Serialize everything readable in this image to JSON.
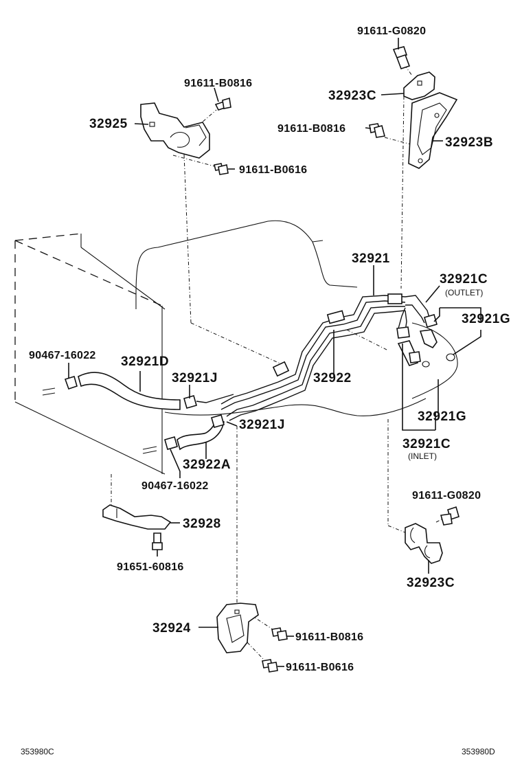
{
  "parts": {
    "p_91611_G0820_top": "91611-G0820",
    "p_32923C_top": "32923C",
    "p_91611_B0816_left": "91611-B0816",
    "p_32925": "32925",
    "p_91611_B0816_mid": "91611-B0816",
    "p_32923B": "32923B",
    "p_91611_B0616_top": "91611-B0616",
    "p_32921": "32921",
    "p_32921C_outlet": "32921C",
    "outlet_note": "(OUTLET)",
    "p_32921G_top": "32921G",
    "p_90467_16022_top": "90467-16022",
    "p_32921D": "32921D",
    "p_32921J_top": "32921J",
    "p_32922": "32922",
    "p_32921G_low": "32921G",
    "p_32921J_low": "32921J",
    "p_32921C_inlet": "32921C",
    "inlet_note": "(INLET)",
    "p_32922A": "32922A",
    "p_90467_16022_low": "90467-16022",
    "p_91611_G0820_low": "91611-G0820",
    "p_32928": "32928",
    "p_91651_60816": "91651-60816",
    "p_32923C_low": "32923C",
    "p_32924": "32924",
    "p_91611_B0816_bottom": "91611-B0816",
    "p_91611_B0616_bottom": "91611-B0616"
  },
  "codes": {
    "left": "353980C",
    "right": "353980D"
  }
}
